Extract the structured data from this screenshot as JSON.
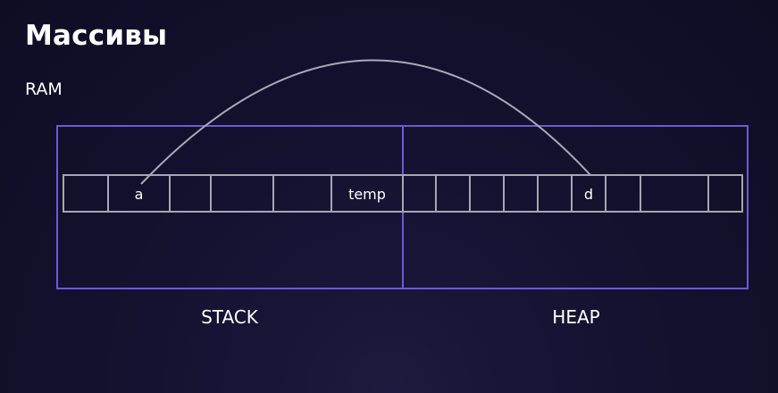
{
  "title": "Массивы",
  "subtitle": "RAM",
  "regions": {
    "stack": "STACK",
    "heap": "HEAP"
  },
  "cells": [
    {
      "label": ""
    },
    {
      "label": "a"
    },
    {
      "label": ""
    },
    {
      "label": ""
    },
    {
      "label": ""
    },
    {
      "label": "temp"
    },
    {
      "label": ""
    },
    {
      "label": ""
    },
    {
      "label": ""
    },
    {
      "label": ""
    },
    {
      "label": ""
    },
    {
      "label": "d"
    },
    {
      "label": ""
    },
    {
      "label": ""
    },
    {
      "label": ""
    }
  ],
  "reference": {
    "from": "a",
    "to": "d"
  },
  "colors": {
    "region_border": "#6a5bd6",
    "cell_border": "#a6a6b2",
    "arrow": "#a9a9b8",
    "background": "#141230"
  }
}
